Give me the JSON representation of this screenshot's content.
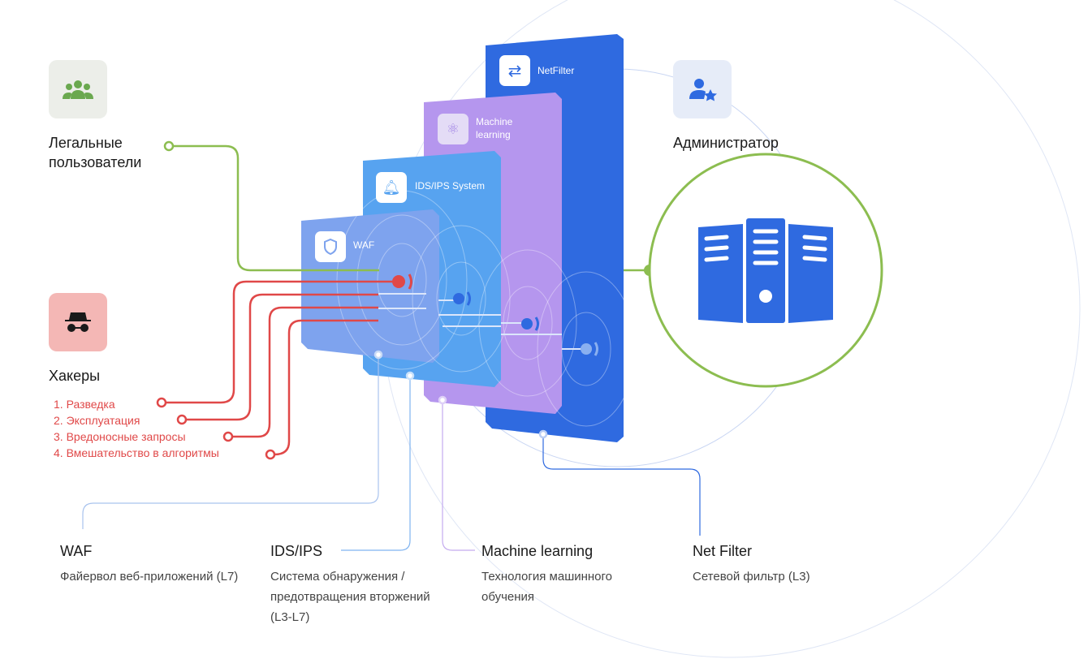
{
  "legal_users": {
    "label": "Легальные пользователи",
    "icon": "users-icon"
  },
  "hackers": {
    "label": "Хакеры",
    "icon": "incognito-icon",
    "steps": [
      "1. Разведка",
      "2. Эксплуатация",
      "3. Вредоносные запросы",
      "4. Вмешательство в алгоритмы"
    ]
  },
  "admin": {
    "label": "Администратор",
    "icon": "admin-star-icon"
  },
  "cards": {
    "netfilter": "NetFilter",
    "ml": "Machine learning",
    "ids": "IDS/IPS System",
    "waf": "WAF"
  },
  "legend": [
    {
      "title": "WAF",
      "desc": "Файервол веб-приложений (L7)"
    },
    {
      "title": "IDS/IPS",
      "desc": "Система обнаружения / предотвращения вторжений (L3-L7)"
    },
    {
      "title": "Machine learning",
      "desc": "Технология машинного обучения"
    },
    {
      "title": "Net Filter",
      "desc": "Сетевой фильтр (L3)"
    }
  ],
  "colors": {
    "green": "#8cbd50",
    "red": "#e04848",
    "netfilter": "#2f6ae0",
    "ml": "#b596ee",
    "ids": "#57a3f0",
    "waf": "#7ea3ee"
  }
}
